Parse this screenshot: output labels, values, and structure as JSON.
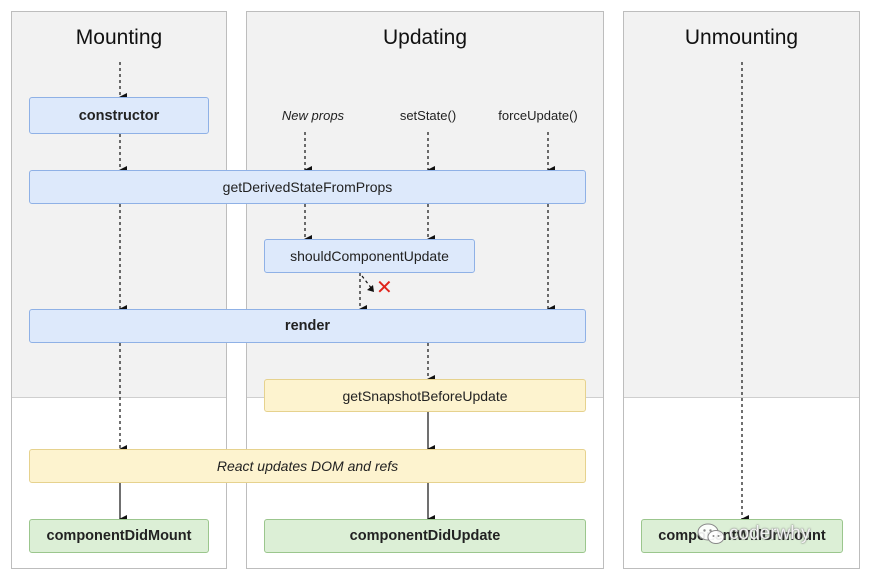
{
  "phases": {
    "mounting": "Mounting",
    "updating": "Updating",
    "unmounting": "Unmounting"
  },
  "triggers": {
    "new_props": "New props",
    "set_state": "setState()",
    "force_update": "forceUpdate()"
  },
  "nodes": {
    "constructor": "constructor",
    "get_derived_state": "getDerivedStateFromProps",
    "should_update": "shouldComponentUpdate",
    "render": "render",
    "get_snapshot": "getSnapshotBeforeUpdate",
    "react_updates": "React updates DOM and refs",
    "did_mount": "componentDidMount",
    "did_update": "componentDidUpdate",
    "will_unmount": "componentWillUnmount"
  },
  "watermark": {
    "text": "coderwhy",
    "icon": "wechat-icon"
  },
  "colors": {
    "blue_fill": "#dde9fb",
    "yellow_fill": "#fdf3cf",
    "green_fill": "#dcefd6",
    "stop_mark": "#e0241b"
  }
}
